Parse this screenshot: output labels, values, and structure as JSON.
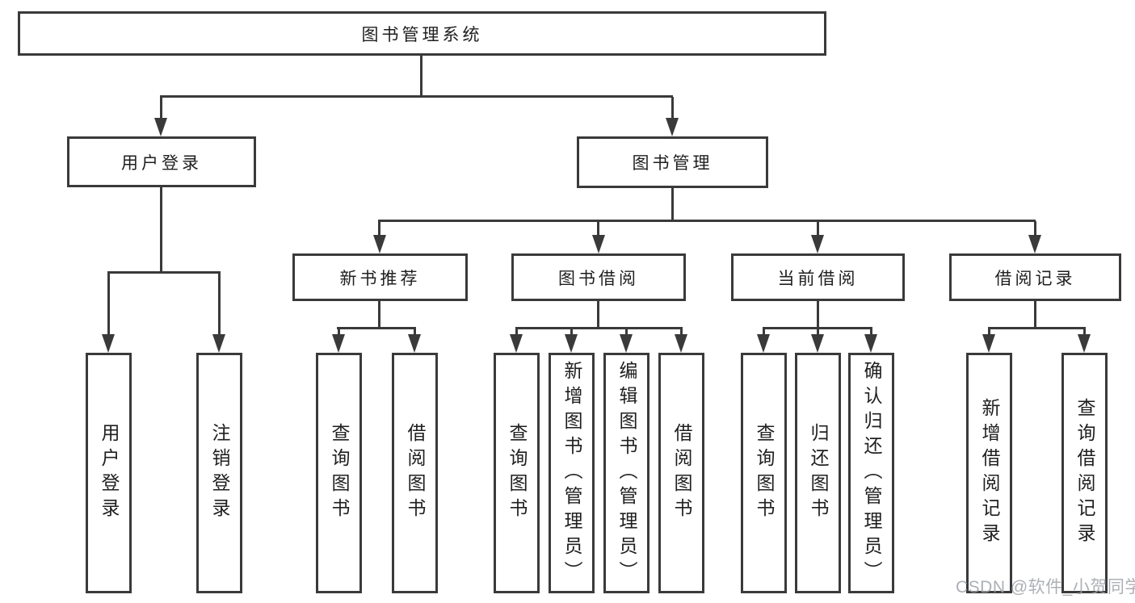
{
  "page": {
    "background": "#ffffff",
    "line_color": "#3a3a3a",
    "text_color": "#1f1f1f",
    "watermark_color": "#9ea2a8"
  },
  "tree": {
    "root": {
      "label": "图书管理系统"
    },
    "children": [
      {
        "label": "用户登录",
        "children": [
          {
            "label": "用户登录"
          },
          {
            "label": "注销登录"
          }
        ]
      },
      {
        "label": "图书管理",
        "children": [
          {
            "label": "新书推荐",
            "children": [
              {
                "label": "查询图书"
              },
              {
                "label": "借阅图书"
              }
            ]
          },
          {
            "label": "图书借阅",
            "children": [
              {
                "label": "查询图书"
              },
              {
                "label": "新增图书（管理员）"
              },
              {
                "label": "编辑图书（管理员）"
              },
              {
                "label": "借阅图书"
              }
            ]
          },
          {
            "label": "当前借阅",
            "children": [
              {
                "label": "查询图书"
              },
              {
                "label": "归还图书"
              },
              {
                "label": "确认归还（管理员）"
              }
            ]
          },
          {
            "label": "借阅记录",
            "children": [
              {
                "label": "新增借阅记录"
              },
              {
                "label": "查询借阅记录"
              }
            ]
          }
        ]
      }
    ]
  },
  "watermark": {
    "text": "CSDN @软件_小贺同学"
  }
}
